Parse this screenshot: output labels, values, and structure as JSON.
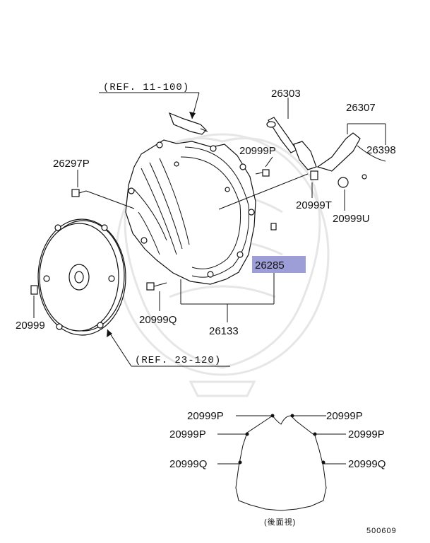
{
  "diagram": {
    "refs": {
      "top_ref": "(REF. 11-100)",
      "bottom_ref": "(REF. 23-120)"
    },
    "parts": {
      "p26303": "26303",
      "p26307": "26307",
      "p26398": "26398",
      "p20999P_top": "20999P",
      "p20999T": "20999T",
      "p20999U": "20999U",
      "p26297P": "26297P",
      "p26285": "26285",
      "p20999": "20999",
      "p20999Q": "20999Q",
      "p26133": "26133"
    },
    "rear_view": {
      "left_top": "20999P",
      "right_top": "20999P",
      "left_mid": "20999P",
      "right_mid": "20999P",
      "left_low": "20999Q",
      "right_low": "20999Q",
      "caption": "(後面視)"
    },
    "diagram_id": "500609",
    "highlight_color": "#9d9dd8"
  }
}
